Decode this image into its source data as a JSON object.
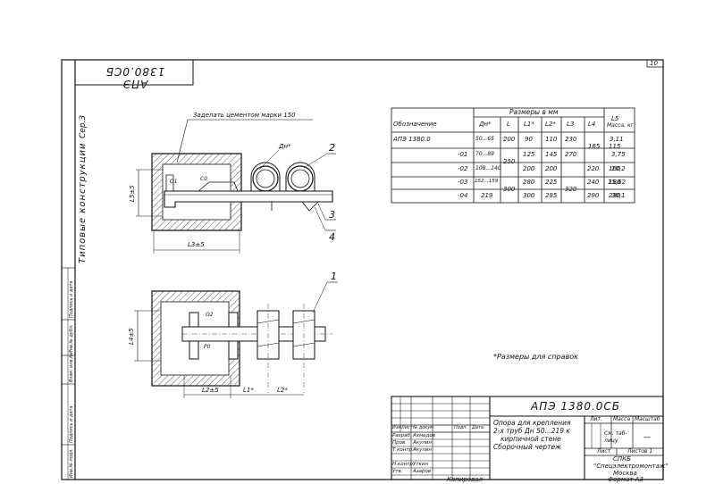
{
  "sheet": {
    "page_number": "10",
    "stamp_code": "АПЭ 1380.0СБ",
    "left_series": "Сер.3",
    "left_title": "Типовые конструкции",
    "left_rows": [
      "Инв.№ подл.",
      "Подпись и дата",
      "Взам. инв.№",
      "Инв.№ дубл.",
      "Подпись и дата"
    ],
    "footer_copied": "Копировал",
    "footer_format": "Формат А3"
  },
  "drawing": {
    "note_cement": "Заделать цементом марки 150",
    "label_dn": "Дн*",
    "callouts": [
      "1",
      "2",
      "3",
      "4"
    ],
    "dim_l5": "L5±5",
    "dim_l3": "L3±5",
    "dim_l4": "L4±5",
    "dim_l2": "L2±5",
    "dim_l1": "L1*",
    "dim_l2s": "L2*",
    "label_c0": "C0",
    "label_o1": "O1",
    "label_o2": "O2",
    "label_p0": "P0",
    "note_reference": "*Размеры для справок"
  },
  "table": {
    "group_header": "Размеры в мм",
    "headers": [
      "Обозначение",
      "Дн*",
      "L",
      "L1*",
      "L2*",
      "L3",
      "L4",
      "L5",
      "Масса, кг"
    ],
    "rows": [
      {
        "designation": "АПЭ 1380.0",
        "dn": "50...65",
        "l": "200",
        "l1": "90",
        "l2": "110",
        "l3": "230",
        "l4": "165",
        "l5": "115",
        "mass": "3,11"
      },
      {
        "designation": "-01",
        "dn": "70...89",
        "l": "250",
        "l1": "125",
        "l2": "145",
        "l3": "270",
        "l4": "",
        "l5": "",
        "mass": "3,75"
      },
      {
        "designation": "-02",
        "dn": "108...140",
        "l": "",
        "l1": "200",
        "l2": "200",
        "l3": "",
        "l4": "220",
        "l5": "160",
        "mass": "10,2"
      },
      {
        "designation": "-03",
        "dn": "152...159",
        "l": "300",
        "l1": "280",
        "l2": "225",
        "l3": "320",
        "l4": "240",
        "l5": "180",
        "mass": "15,62"
      },
      {
        "designation": "-04",
        "dn": "219",
        "l": "",
        "l1": "300",
        "l2": "285",
        "l3": "",
        "l4": "290",
        "l5": "230",
        "mass": "30,1"
      }
    ]
  },
  "title_block": {
    "code": "АПЭ 1380.0СБ",
    "name_line1": "Опора для крепления",
    "name_line2": "2-х труб Дн 50...219 к",
    "name_line3": "кирпичной стене",
    "name_line4": "Сборочный чертеж",
    "col_lit": "Лит.",
    "col_mass": "Масса",
    "col_scale": "Масштаб",
    "mass_value": "См. таб-лицу",
    "scale_value": "—",
    "sheet_label": "Лист",
    "sheets_label": "Листов 1",
    "org_line1": "СПКБ",
    "org_line2": "\"Спецэлектромонтаж\"",
    "org_line3": "Москва",
    "head_cols": [
      "Изм.",
      "Лист",
      "№ докум.",
      "Подп.",
      "Дата"
    ],
    "roles": [
      {
        "role": "Разраб.",
        "name": "Ахмедов"
      },
      {
        "role": "Пров.",
        "name": "Акулин"
      },
      {
        "role": "Т.контр.",
        "name": "Акулин"
      },
      {
        "role": "Н.контр.",
        "name": "Уткин"
      },
      {
        "role": "Утв.",
        "name": "Азаров"
      }
    ]
  }
}
